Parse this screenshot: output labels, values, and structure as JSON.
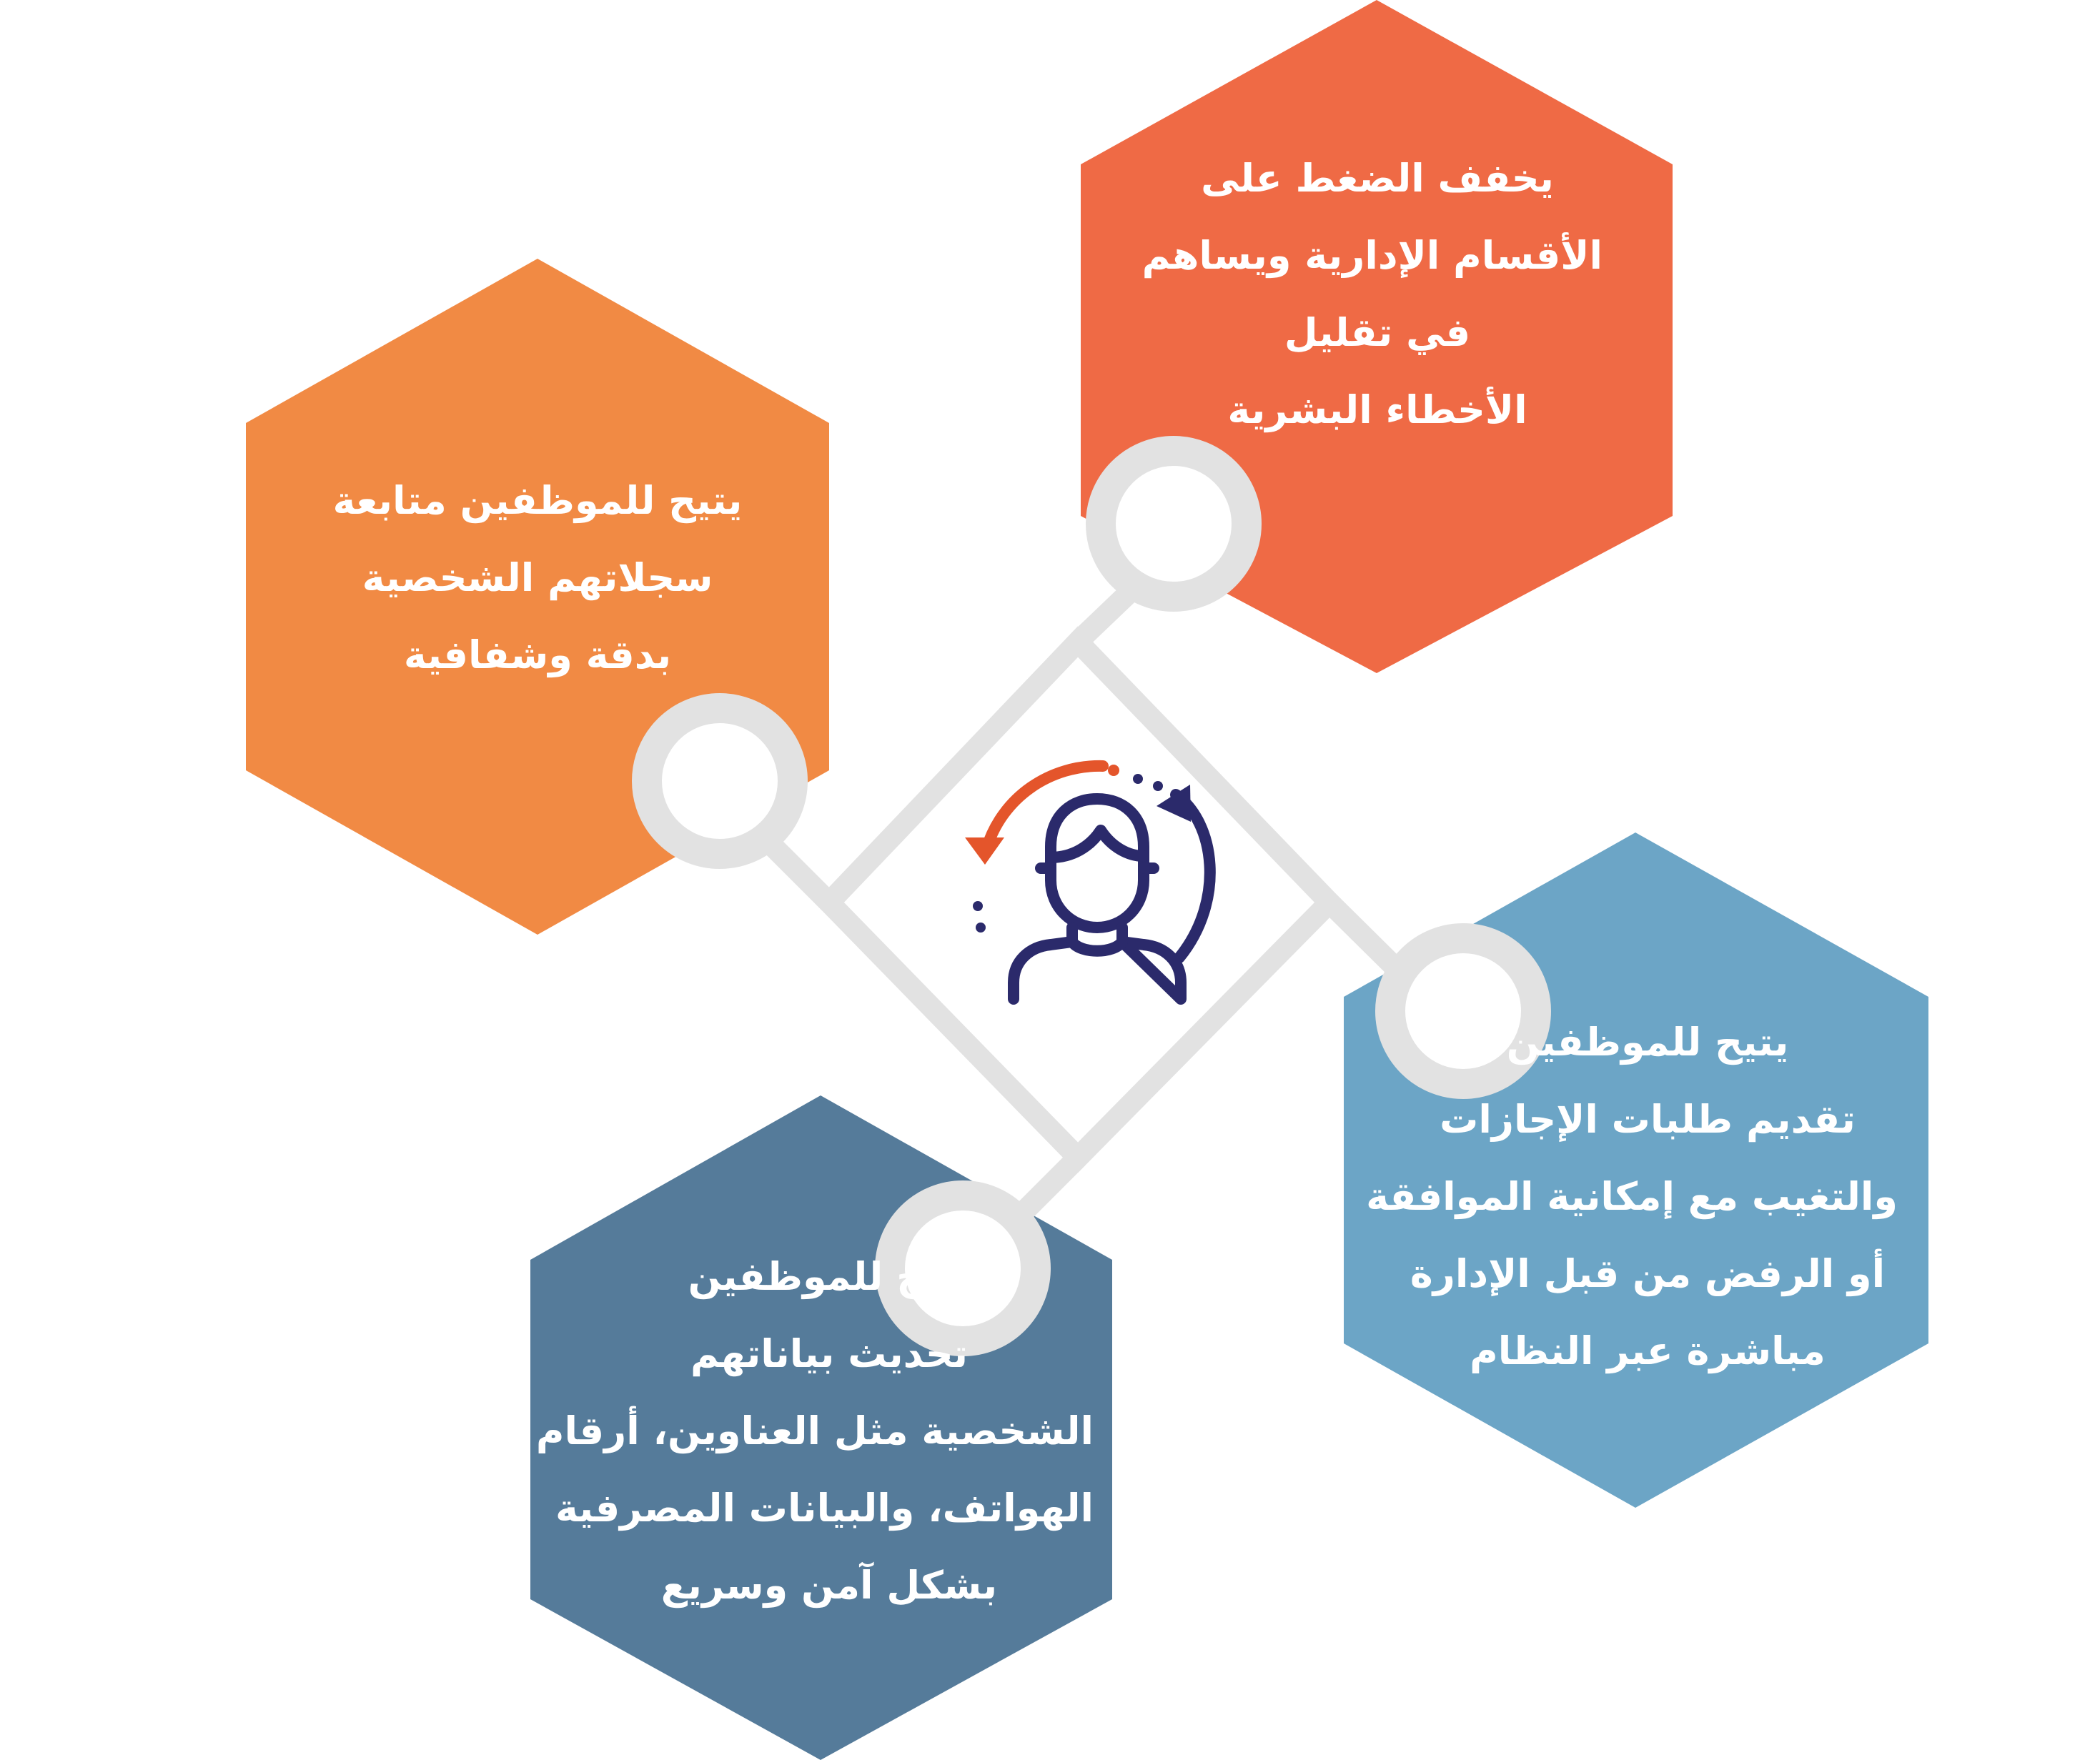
{
  "colors": {
    "top_right": "#EF6A45",
    "top_left": "#F18A44",
    "bottom_right": "#6CA5C6",
    "bottom_left": "#557B9A",
    "connector": "#E2E2E2",
    "icon_person": "#2B2A6B",
    "icon_arrow_orange": "#E4552B"
  },
  "hexagons": {
    "top_right": {
      "lines": [
        "يخفف الضغط على",
        "الأقسام الإدارية ويساهم",
        "في تقليل",
        "الأخطاء البشرية"
      ]
    },
    "top_left": {
      "lines": [
        "يتيح للموظفين متابعة",
        "سجلاتهم الشخصية",
        "بدقة وشفافية"
      ]
    },
    "bottom_right": {
      "lines": [
        "يتيح للموظفين",
        "تقديم طلبات الإجازات",
        "والتغيب مع إمكانية الموافقة",
        "أو الرفض من قبل الإدارة",
        "مباشرة عبر النظام"
      ]
    },
    "bottom_left": {
      "lines": [
        "يتيح للموظفين",
        "تحديث بياناتهم",
        "الشخصية مثل العناوين، أرقام",
        "الهواتف، والبيانات المصرفية",
        "بشكل آمن وسريع"
      ]
    }
  },
  "center_icon": "person-refresh-icon"
}
